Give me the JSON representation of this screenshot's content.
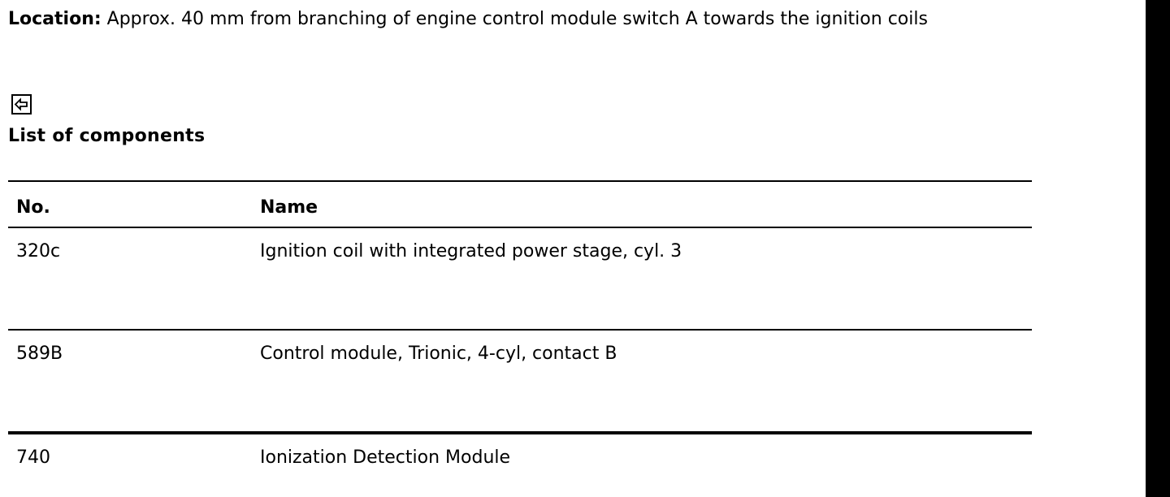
{
  "location": {
    "label": "Location:",
    "text": " Approx. 40 mm from branching of engine control module switch A towards the ignition coils"
  },
  "back_icon": "back-arrow-icon",
  "section": {
    "title": "List of components"
  },
  "table": {
    "columns": [
      "No.",
      "Name"
    ],
    "rows": [
      [
        "320c",
        "Ignition coil with integrated power stage, cyl. 3"
      ],
      [
        "589B",
        "Control module, Trionic, 4-cyl, contact B"
      ],
      [
        "740",
        "Ionization Detection Module"
      ]
    ]
  }
}
